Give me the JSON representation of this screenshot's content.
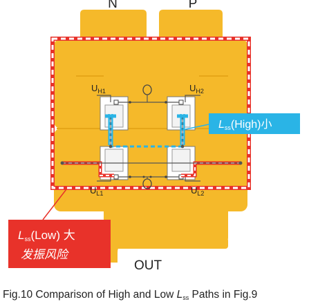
{
  "terminals": {
    "n": "N",
    "p": "P",
    "out": "OUT"
  },
  "switches": {
    "uh1": {
      "main": "U",
      "sub": "H1"
    },
    "uh2": {
      "main": "U",
      "sub": "H2"
    },
    "ul1": {
      "main": "U",
      "sub": "L1"
    },
    "ul2": {
      "main": "U",
      "sub": "L2"
    }
  },
  "callout_high": {
    "symbol": "L",
    "subscript": "ss",
    "text": "(High)小"
  },
  "callout_low": {
    "symbol": "L",
    "subscript": "ss",
    "text": "(Low) 大",
    "line2": "发振风险"
  },
  "caption": {
    "before": "Fig.10 Comparison of High and Low ",
    "symbol": "L",
    "subscript": "ss",
    "after": " Paths in Fig.9"
  },
  "colors": {
    "busbar": "#f5b92a",
    "low_loop": "#e8322a",
    "high_loop": "#2ab4e6",
    "callout_high_bg": "#2ab4e6",
    "callout_low_bg": "#e8322a",
    "component_lines": "#555555"
  }
}
